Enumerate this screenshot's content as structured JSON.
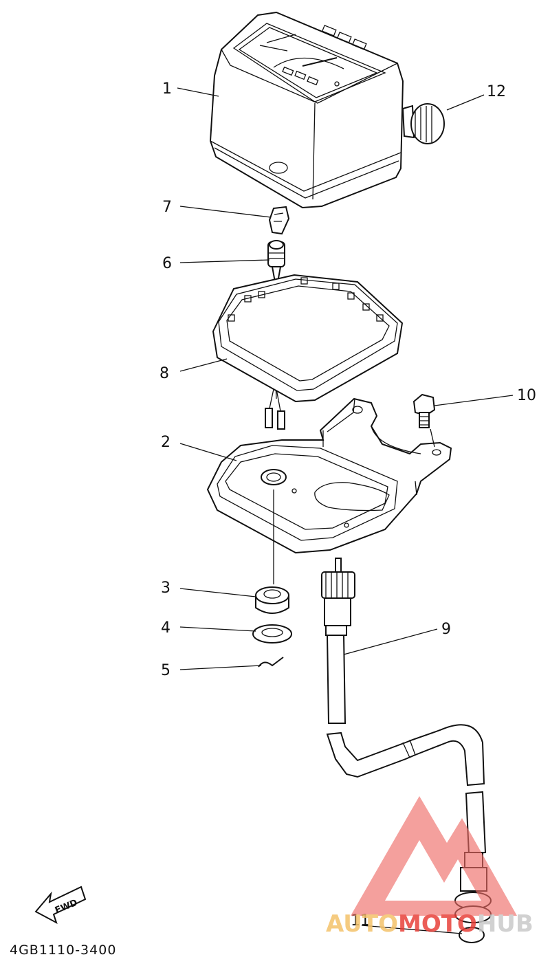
{
  "callouts": {
    "c1": "1",
    "c2": "2",
    "c3": "3",
    "c4": "4",
    "c5": "5",
    "c6": "6",
    "c7": "7",
    "c8": "8",
    "c9": "9",
    "c10": "10",
    "c11": "11",
    "c12": "12"
  },
  "fwd_label": "FWD",
  "diagram_code": "4GB1110-3400",
  "watermark": {
    "part1": "AUTO",
    "part2": "MOTO",
    "part3": "HUB",
    "color_light": "#f4c26b",
    "color_red": "#e8413a",
    "color_dark": "#c9c9c9"
  }
}
